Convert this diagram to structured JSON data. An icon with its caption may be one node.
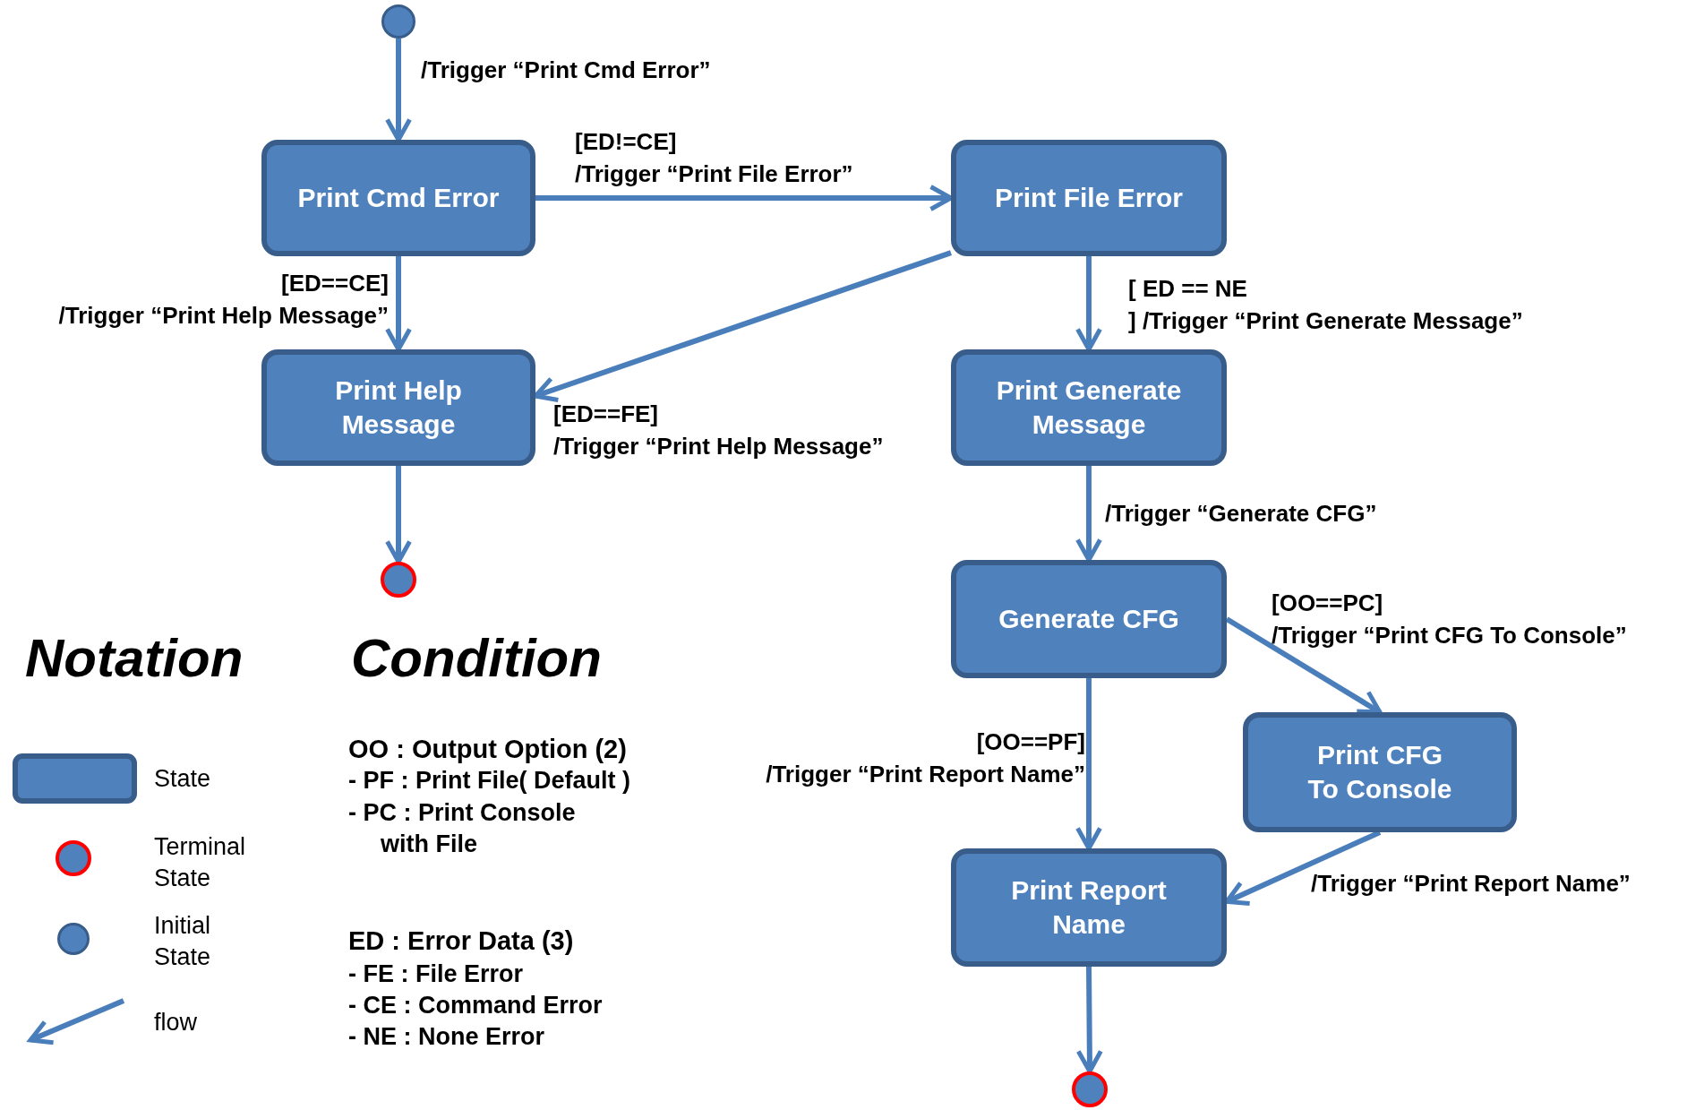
{
  "diagram": {
    "nodes": [
      {
        "text": [],
        "shape": "circle"
      },
      {
        "text": [
          "Print Cmd Error"
        ]
      },
      {
        "text": [
          "Print File Error"
        ]
      },
      {
        "text": [
          "Print Help Message"
        ]
      },
      {
        "text": [
          "Print Generate Message"
        ]
      },
      {
        "text": [],
        "shape": "circle"
      },
      {
        "text": [
          "Generate CFG"
        ]
      },
      {
        "text": [
          "Print CFG To Console"
        ]
      },
      {
        "text": [
          "Print Report Name"
        ]
      },
      {
        "text": [],
        "shape": "circle"
      }
    ],
    "edges": [
      {
        "from": 0,
        "to": 1,
        "arrow": "to",
        "label": "/Trigger “Print Cmd Error”"
      },
      {
        "from": 1,
        "to": 2,
        "arrow": "to",
        "label": "[ED!=CE] /Trigger “Print File Error”"
      },
      {
        "from": 1,
        "to": 3,
        "arrow": "to",
        "label": "[ED==CE] /Trigger “Print Help Message”"
      },
      {
        "from": 2,
        "to": 3,
        "arrow": "to",
        "label": "[ED==FE] /Trigger “Print Help Message”"
      },
      {
        "from": 2,
        "to": 4,
        "arrow": "to",
        "label": "[ ED == NE ] /Trigger “Print Generate Message”"
      },
      {
        "from": 3,
        "to": 5,
        "arrow": "to"
      },
      {
        "from": 4,
        "to": 6,
        "arrow": "to",
        "label": "/Trigger “Generate CFG”"
      },
      {
        "from": 6,
        "to": 7,
        "arrow": "to",
        "label": "[OO==PC] /Trigger “Print CFG To Console”"
      },
      {
        "from": 6,
        "to": 8,
        "arrow": "to",
        "label": "[OO==PF] /Trigger “Print Report Name”"
      },
      {
        "from": 7,
        "to": 8,
        "arrow": "to",
        "label": "/Trigger “Print Report Name”"
      },
      {
        "from": 8,
        "to": 9,
        "arrow": "to"
      }
    ],
    "labels": [
      "Notation",
      "Condition",
      "OO : Output Option (2)",
      "- PF : Print File( Default )",
      "- PC : Print Console with File",
      "ED : Error Data (3)",
      "- FE : File Error",
      "- CE : Command Error",
      "- NE : None Error"
    ],
    "legend": [
      {
        "text": "State"
      },
      {
        "text": "Terminal State"
      },
      {
        "text": "Initial State"
      },
      {
        "text": "flow"
      }
    ]
  }
}
